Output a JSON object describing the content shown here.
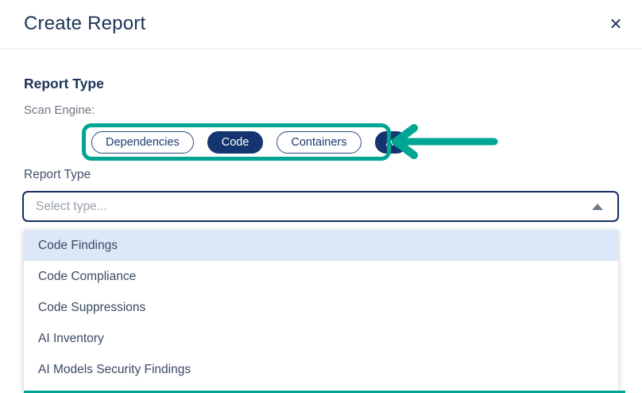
{
  "modal": {
    "title": "Create Report",
    "close_icon": "✕"
  },
  "report_section": {
    "heading": "Report Type",
    "scan_engine_label": "Scan Engine:",
    "scan_engines": [
      {
        "label": "Dependencies",
        "selected": false
      },
      {
        "label": "Code",
        "selected": true
      },
      {
        "label": "Containers",
        "selected": false
      },
      {
        "label": "AI",
        "selected": true
      }
    ],
    "field_label": "Report Type",
    "select": {
      "placeholder": "Select type...",
      "caret": "up"
    },
    "options": [
      {
        "label": "Code Findings",
        "highlighted": true
      },
      {
        "label": "Code Compliance",
        "highlighted": false
      },
      {
        "label": "Code Suppressions",
        "highlighted": false
      },
      {
        "label": "AI Inventory",
        "highlighted": false
      },
      {
        "label": "AI Models Security Findings",
        "highlighted": false
      }
    ]
  },
  "annotation": {
    "type": "highlight-box-with-left-arrow",
    "color": "#00a693"
  },
  "colors": {
    "navy_fill": "#14356f",
    "navy_border": "#2c4c86",
    "teal_annotation": "#00a693",
    "option_highlight": "#dce8f7",
    "select_border": "#13305f"
  }
}
